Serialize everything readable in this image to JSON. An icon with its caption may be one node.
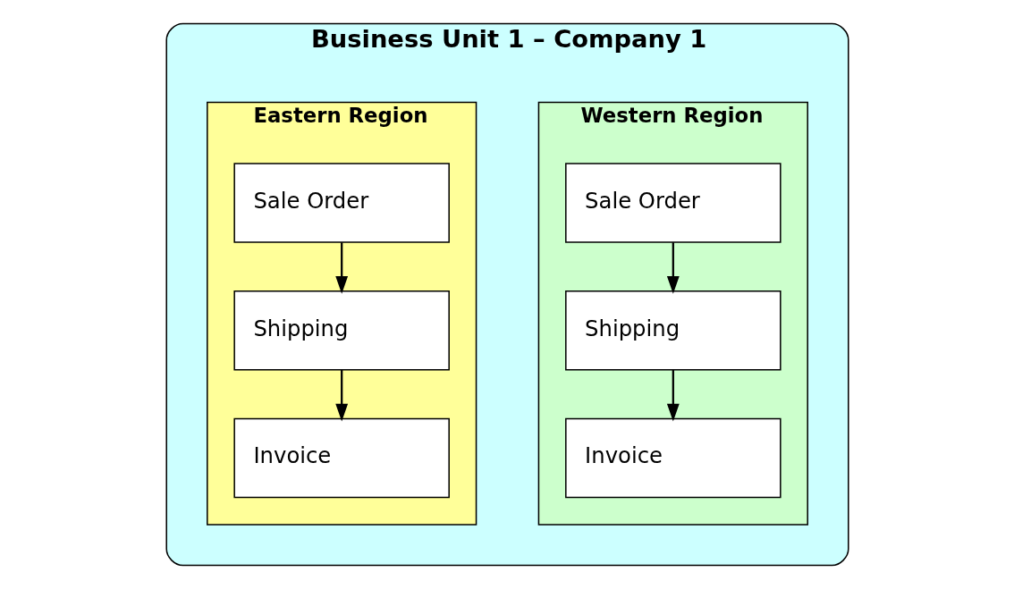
{
  "diagram": {
    "nodes": [
      {
        "text": [
          "Business Unit 1 – Company 1"
        ]
      },
      {
        "text": [
          "Western Region"
        ],
        "in": 0
      },
      {
        "text": [
          "Sale Order"
        ],
        "in": 1
      },
      {
        "text": [
          "Shipping"
        ],
        "in": 1
      },
      {
        "text": [
          "Invoice"
        ],
        "in": 1
      },
      {
        "text": [
          "Eastern Region"
        ],
        "in": 0
      },
      {
        "text": [
          "Sale Order"
        ],
        "in": 5
      },
      {
        "text": [
          "Shipping"
        ],
        "in": 5
      },
      {
        "text": [
          "Invoice"
        ],
        "in": 5
      }
    ],
    "edges": [
      {
        "from": 2,
        "to": 3,
        "arrow": "to"
      },
      {
        "from": 3,
        "to": 4,
        "arrow": "to"
      },
      {
        "from": 6,
        "to": 7,
        "arrow": "to"
      },
      {
        "from": 7,
        "to": 8,
        "arrow": "to"
      }
    ]
  }
}
